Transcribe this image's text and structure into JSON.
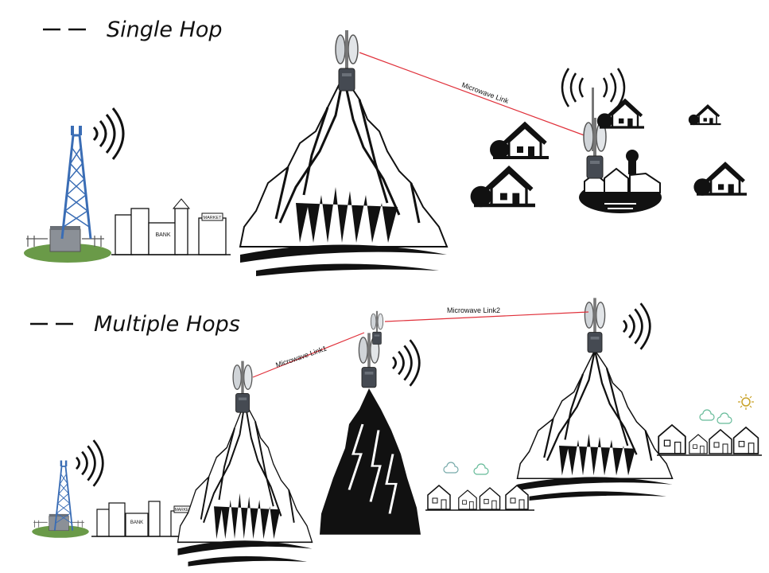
{
  "single_hop": {
    "heading": "Single Hop",
    "link_label": "Microwave Link"
  },
  "multiple_hops": {
    "heading": "Multiple Hops",
    "link1_label": "Microwave Link1",
    "link2_label": "Microwave Link2"
  },
  "signs": {
    "bank": "BANK",
    "market": "MARKET"
  },
  "colors": {
    "link_line": "#e0303a",
    "ink": "#111111",
    "tower": "#3a6db5",
    "grass": "#6a9a48",
    "radio": "#454a52"
  }
}
